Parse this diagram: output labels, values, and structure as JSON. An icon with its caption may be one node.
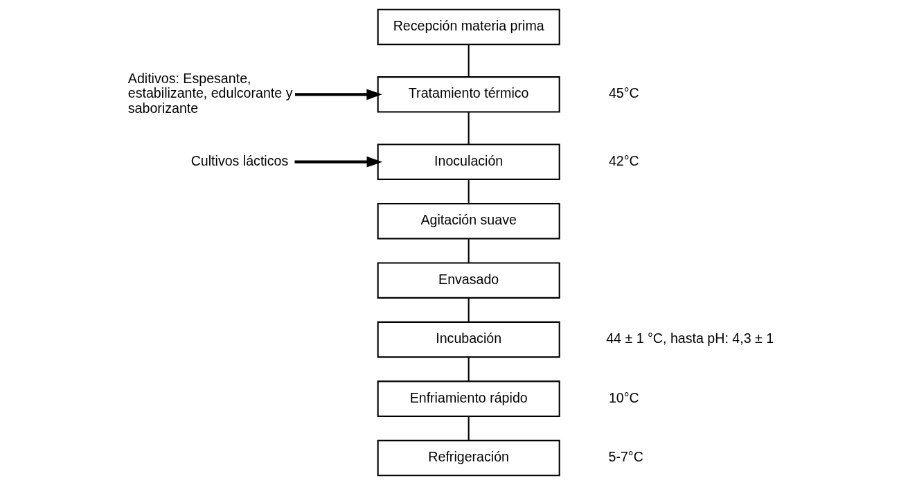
{
  "diagram": {
    "nodes": [
      {
        "text": [
          "Recepción materia prima"
        ]
      },
      {
        "text": [
          "Tratamiento térmico"
        ],
        "beside": [
          "45°C"
        ]
      },
      {
        "text": [
          "Inoculación"
        ],
        "beside": [
          "42°C"
        ]
      },
      {
        "text": [
          "Agitación suave"
        ]
      },
      {
        "text": [
          "Envasado"
        ]
      },
      {
        "text": [
          "Incubación"
        ],
        "beside": [
          "44 ± 1 °C, hasta pH: 4,3 ± 1"
        ]
      },
      {
        "text": [
          "Enfriamiento rápido"
        ],
        "beside": [
          "10°C"
        ]
      },
      {
        "text": [
          "Refrigeración"
        ],
        "beside": [
          "5-7°C"
        ]
      },
      {
        "text": [
          "Aditivos: Espesante, estabilizante, edulcorante y saborizante"
        ]
      },
      {
        "text": [
          "Cultivos lácticos"
        ]
      }
    ],
    "edges": [
      {
        "from": 0,
        "to": 1,
        "arrow": "none"
      },
      {
        "from": 1,
        "to": 2,
        "arrow": "none"
      },
      {
        "from": 2,
        "to": 3,
        "arrow": "none"
      },
      {
        "from": 3,
        "to": 4,
        "arrow": "none"
      },
      {
        "from": 4,
        "to": 5,
        "arrow": "none"
      },
      {
        "from": 5,
        "to": 6,
        "arrow": "none"
      },
      {
        "from": 6,
        "to": 7,
        "arrow": "none"
      },
      {
        "from": 8,
        "to": 1,
        "arrow": "to",
        "style": "thick"
      },
      {
        "from": 9,
        "to": 2,
        "arrow": "to",
        "style": "thick"
      }
    ]
  }
}
